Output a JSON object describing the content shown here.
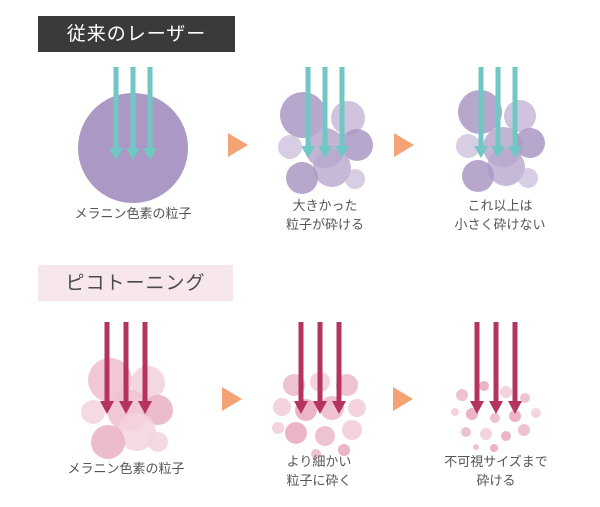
{
  "sections": [
    {
      "title": "従来のレーザー",
      "captions": [
        {
          "lines": [
            "メラニン色素の粒子"
          ]
        },
        {
          "lines": [
            "大きかった",
            "粒子が砕ける"
          ]
        },
        {
          "lines": [
            "これ以上は",
            "小さく砕けない"
          ]
        }
      ]
    },
    {
      "title": "ピコトーニング",
      "captions": [
        {
          "lines": [
            "メラニン色素の粒子"
          ]
        },
        {
          "lines": [
            "より細かい",
            "粒子に砕く"
          ]
        },
        {
          "lines": [
            "不可視サイズまで",
            "砕ける"
          ]
        }
      ]
    }
  ],
  "colors": {
    "dark_label_bg": "#3a3a3a",
    "light_label_bg": "#f7e6ea",
    "purple_particle": "#ab98c4",
    "pink_particle": "#efc2cf",
    "teal_arrow": "#6fc8c4",
    "crimson_arrow": "#b5345e",
    "step_arrow": "#f4a374"
  }
}
